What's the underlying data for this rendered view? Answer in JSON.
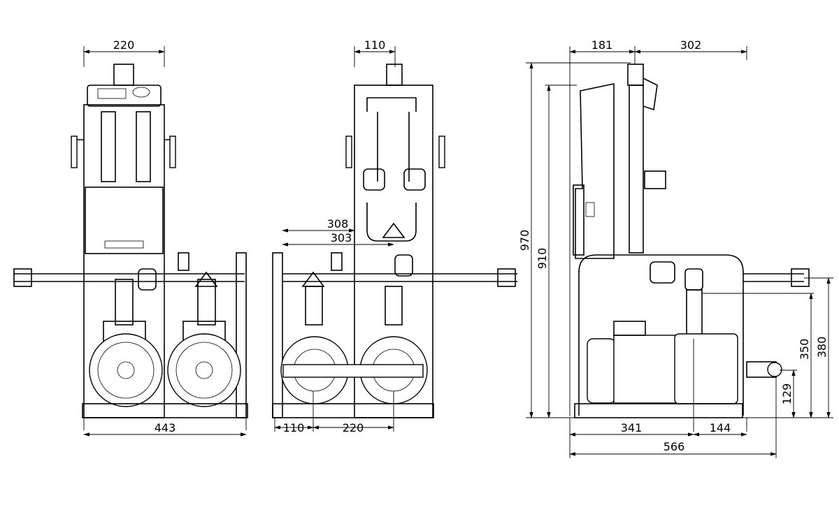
{
  "drawing": {
    "views": [
      "front",
      "rear",
      "side"
    ],
    "front_view": {
      "width_top": "220",
      "width_total": "443"
    },
    "rear_view": {
      "pipe_offset_a": "308",
      "pipe_offset_b": "303",
      "top_offset": "110",
      "bottom_offset": "110",
      "pump_spacing": "220"
    },
    "side_view": {
      "top_left": "181",
      "top_right": "302",
      "height_total": "970",
      "height_frame": "910",
      "height_pipe_a": "350",
      "height_pipe_b": "380",
      "height_outlet": "129",
      "depth_a": "341",
      "depth_b": "144",
      "depth_total": "566"
    }
  }
}
